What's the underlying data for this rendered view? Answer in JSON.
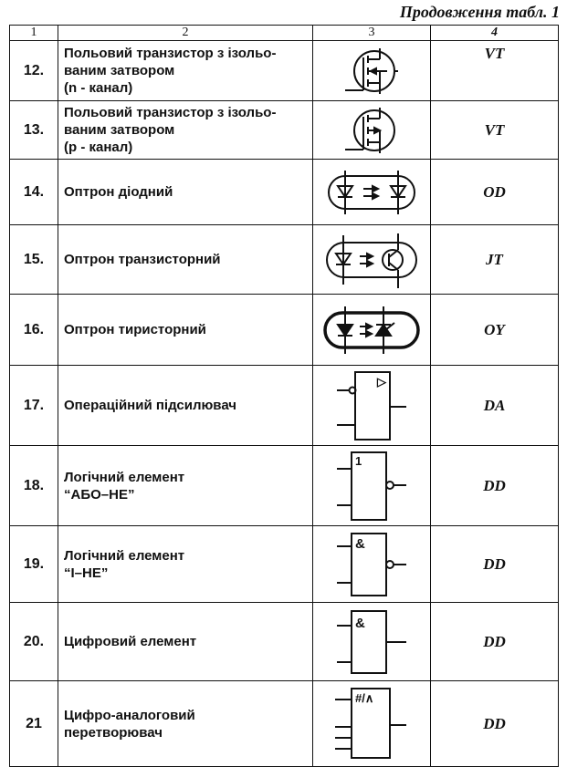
{
  "caption": "Продовження табл. 1",
  "headers": [
    "1",
    "2",
    "3",
    "4"
  ],
  "rows": [
    {
      "num": "12.",
      "name_lines": [
        "Польовий транзистор з ізольо-",
        "ваним затвором",
        "(n - канал)"
      ],
      "code": "VT",
      "icon": "mosfet-n-channel-icon"
    },
    {
      "num": "13.",
      "name_lines": [
        "Польовий транзистор з ізольо-",
        "ваним затвором",
        "(p - канал)"
      ],
      "code": "VT",
      "icon": "mosfet-p-channel-icon"
    },
    {
      "num": "14.",
      "name_lines": [
        "Оптрон діодний"
      ],
      "code": "OD",
      "icon": "diode-optocoupler-icon"
    },
    {
      "num": "15.",
      "name_lines": [
        "Оптрон транзисторний"
      ],
      "code": "JT",
      "icon": "transistor-optocoupler-icon"
    },
    {
      "num": "16.",
      "name_lines": [
        "Оптрон тиристорний"
      ],
      "code": "OY",
      "icon": "thyristor-optocoupler-icon"
    },
    {
      "num": "17.",
      "name_lines": [
        "Операційний підсилювач"
      ],
      "code": "DA",
      "icon": "op-amp-icon"
    },
    {
      "num": "18.",
      "name_lines": [
        "Логічний елемент",
        "“АБО–НЕ”"
      ],
      "code": "DD",
      "icon": "nor-gate-icon"
    },
    {
      "num": "19.",
      "name_lines": [
        "Логічний елемент",
        "“І–НЕ”"
      ],
      "code": "DD",
      "icon": "nand-gate-icon"
    },
    {
      "num": "20.",
      "name_lines": [
        "Цифровий елемент"
      ],
      "code": "DD",
      "icon": "digital-element-icon"
    },
    {
      "num": "21",
      "name_lines": [
        "Цифро-аналоговий",
        "перетворювач"
      ],
      "code": "DD",
      "icon": "dac-icon"
    }
  ],
  "symbol_labels": {
    "nor": "1",
    "nand": "&",
    "digital": "&",
    "dac": "#/∧",
    "opamp": "▷"
  }
}
